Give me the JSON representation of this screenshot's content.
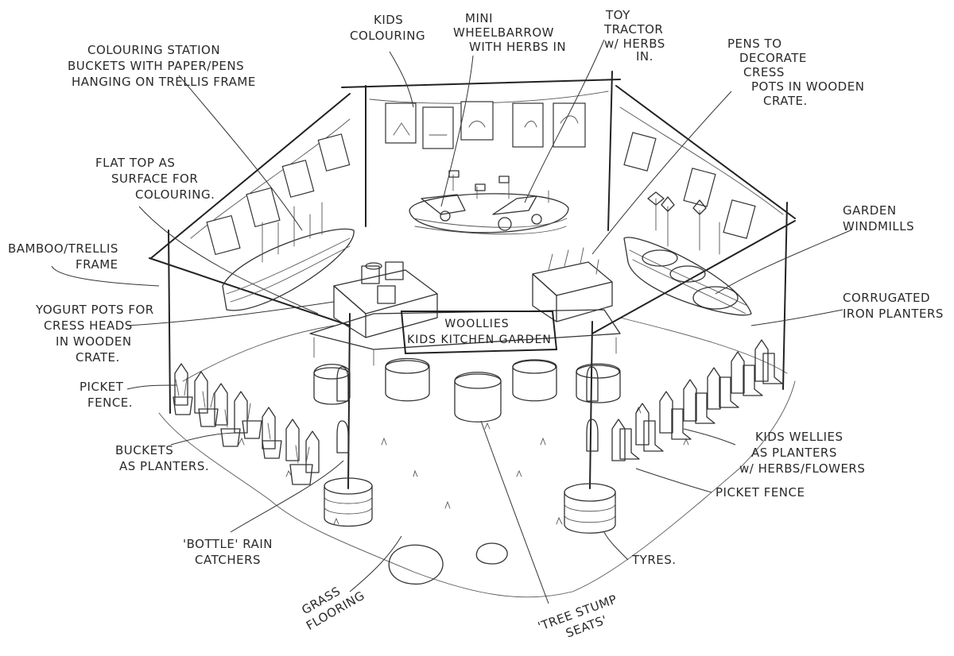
{
  "sign": {
    "line1": "WOOLLIES",
    "line2": "KIDS KITCHEN GARDEN"
  },
  "labels": {
    "kids_colouring": [
      "KIDS",
      "COLOURING"
    ],
    "mini_wheelbarrow": [
      "MINI",
      "WHEELBARROW",
      "WITH HERBS IN"
    ],
    "toy_tractor": [
      "TOY",
      "TRACTOR",
      "w/ HERBS",
      "IN."
    ],
    "colouring_station": [
      "COLOURING STATION",
      "BUCKETS WITH PAPER/PENS",
      "HANGING ON TRELLIS FRAME"
    ],
    "pens_decorate": [
      "PENS TO",
      "DECORATE",
      "CRESS",
      "POTS IN WOODEN",
      "CRATE."
    ],
    "flat_top": [
      "FLAT TOP AS",
      "SURFACE FOR",
      "COLOURING."
    ],
    "bamboo_frame": [
      "BAMBOO/TRELLIS",
      "FRAME"
    ],
    "garden_windmills": [
      "GARDEN",
      "WINDMILLS"
    ],
    "corrugated_planters": [
      "CORRUGATED",
      "IRON PLANTERS"
    ],
    "yogurt_pots": [
      "YOGURT POTS FOR",
      "CRESS HEADS",
      "IN WOODEN",
      "CRATE."
    ],
    "picket_fence_left": [
      "PICKET",
      "FENCE."
    ],
    "buckets_planters": [
      "BUCKETS",
      "AS PLANTERS."
    ],
    "kids_wellies": [
      "KIDS WELLIES",
      "AS PLANTERS",
      "w/ HERBS/FLOWERS"
    ],
    "picket_fence_right": [
      "PICKET FENCE"
    ],
    "bottle_rain": [
      "'BOTTLE' RAIN",
      "CATCHERS"
    ],
    "tyres": [
      "TYRES."
    ],
    "grass_flooring": [
      "GRASS",
      "FLOORING"
    ],
    "tree_stump": [
      "'TREE STUMP",
      "SEATS'"
    ]
  }
}
